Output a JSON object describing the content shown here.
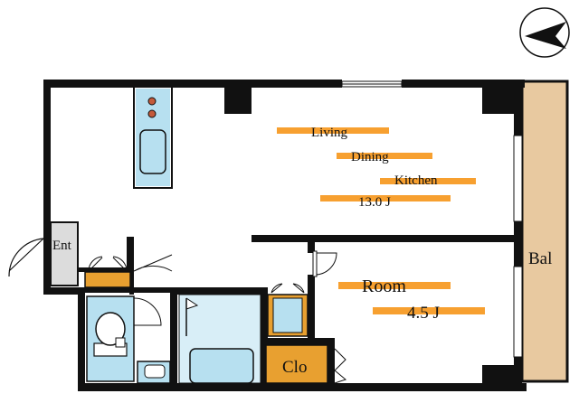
{
  "rooms": {
    "living": {
      "line1": "Living",
      "line2": "Dining",
      "line3": "Kitchen",
      "size": "13.0 J"
    },
    "room": {
      "name": "Room",
      "size": "4.5 J"
    },
    "entrance": "Ent",
    "closet": "Clo",
    "balcony": "Bal"
  },
  "colors": {
    "wall": "#111111",
    "label_bar": "#f7a030",
    "balcony_fill": "#e8c9a0",
    "closet_fill": "#e8a030",
    "fixture_fill": "#b7e0f0",
    "entrance_fill": "#dcdcdc"
  },
  "icons": {
    "compass": "north-arrow-compass-icon"
  }
}
